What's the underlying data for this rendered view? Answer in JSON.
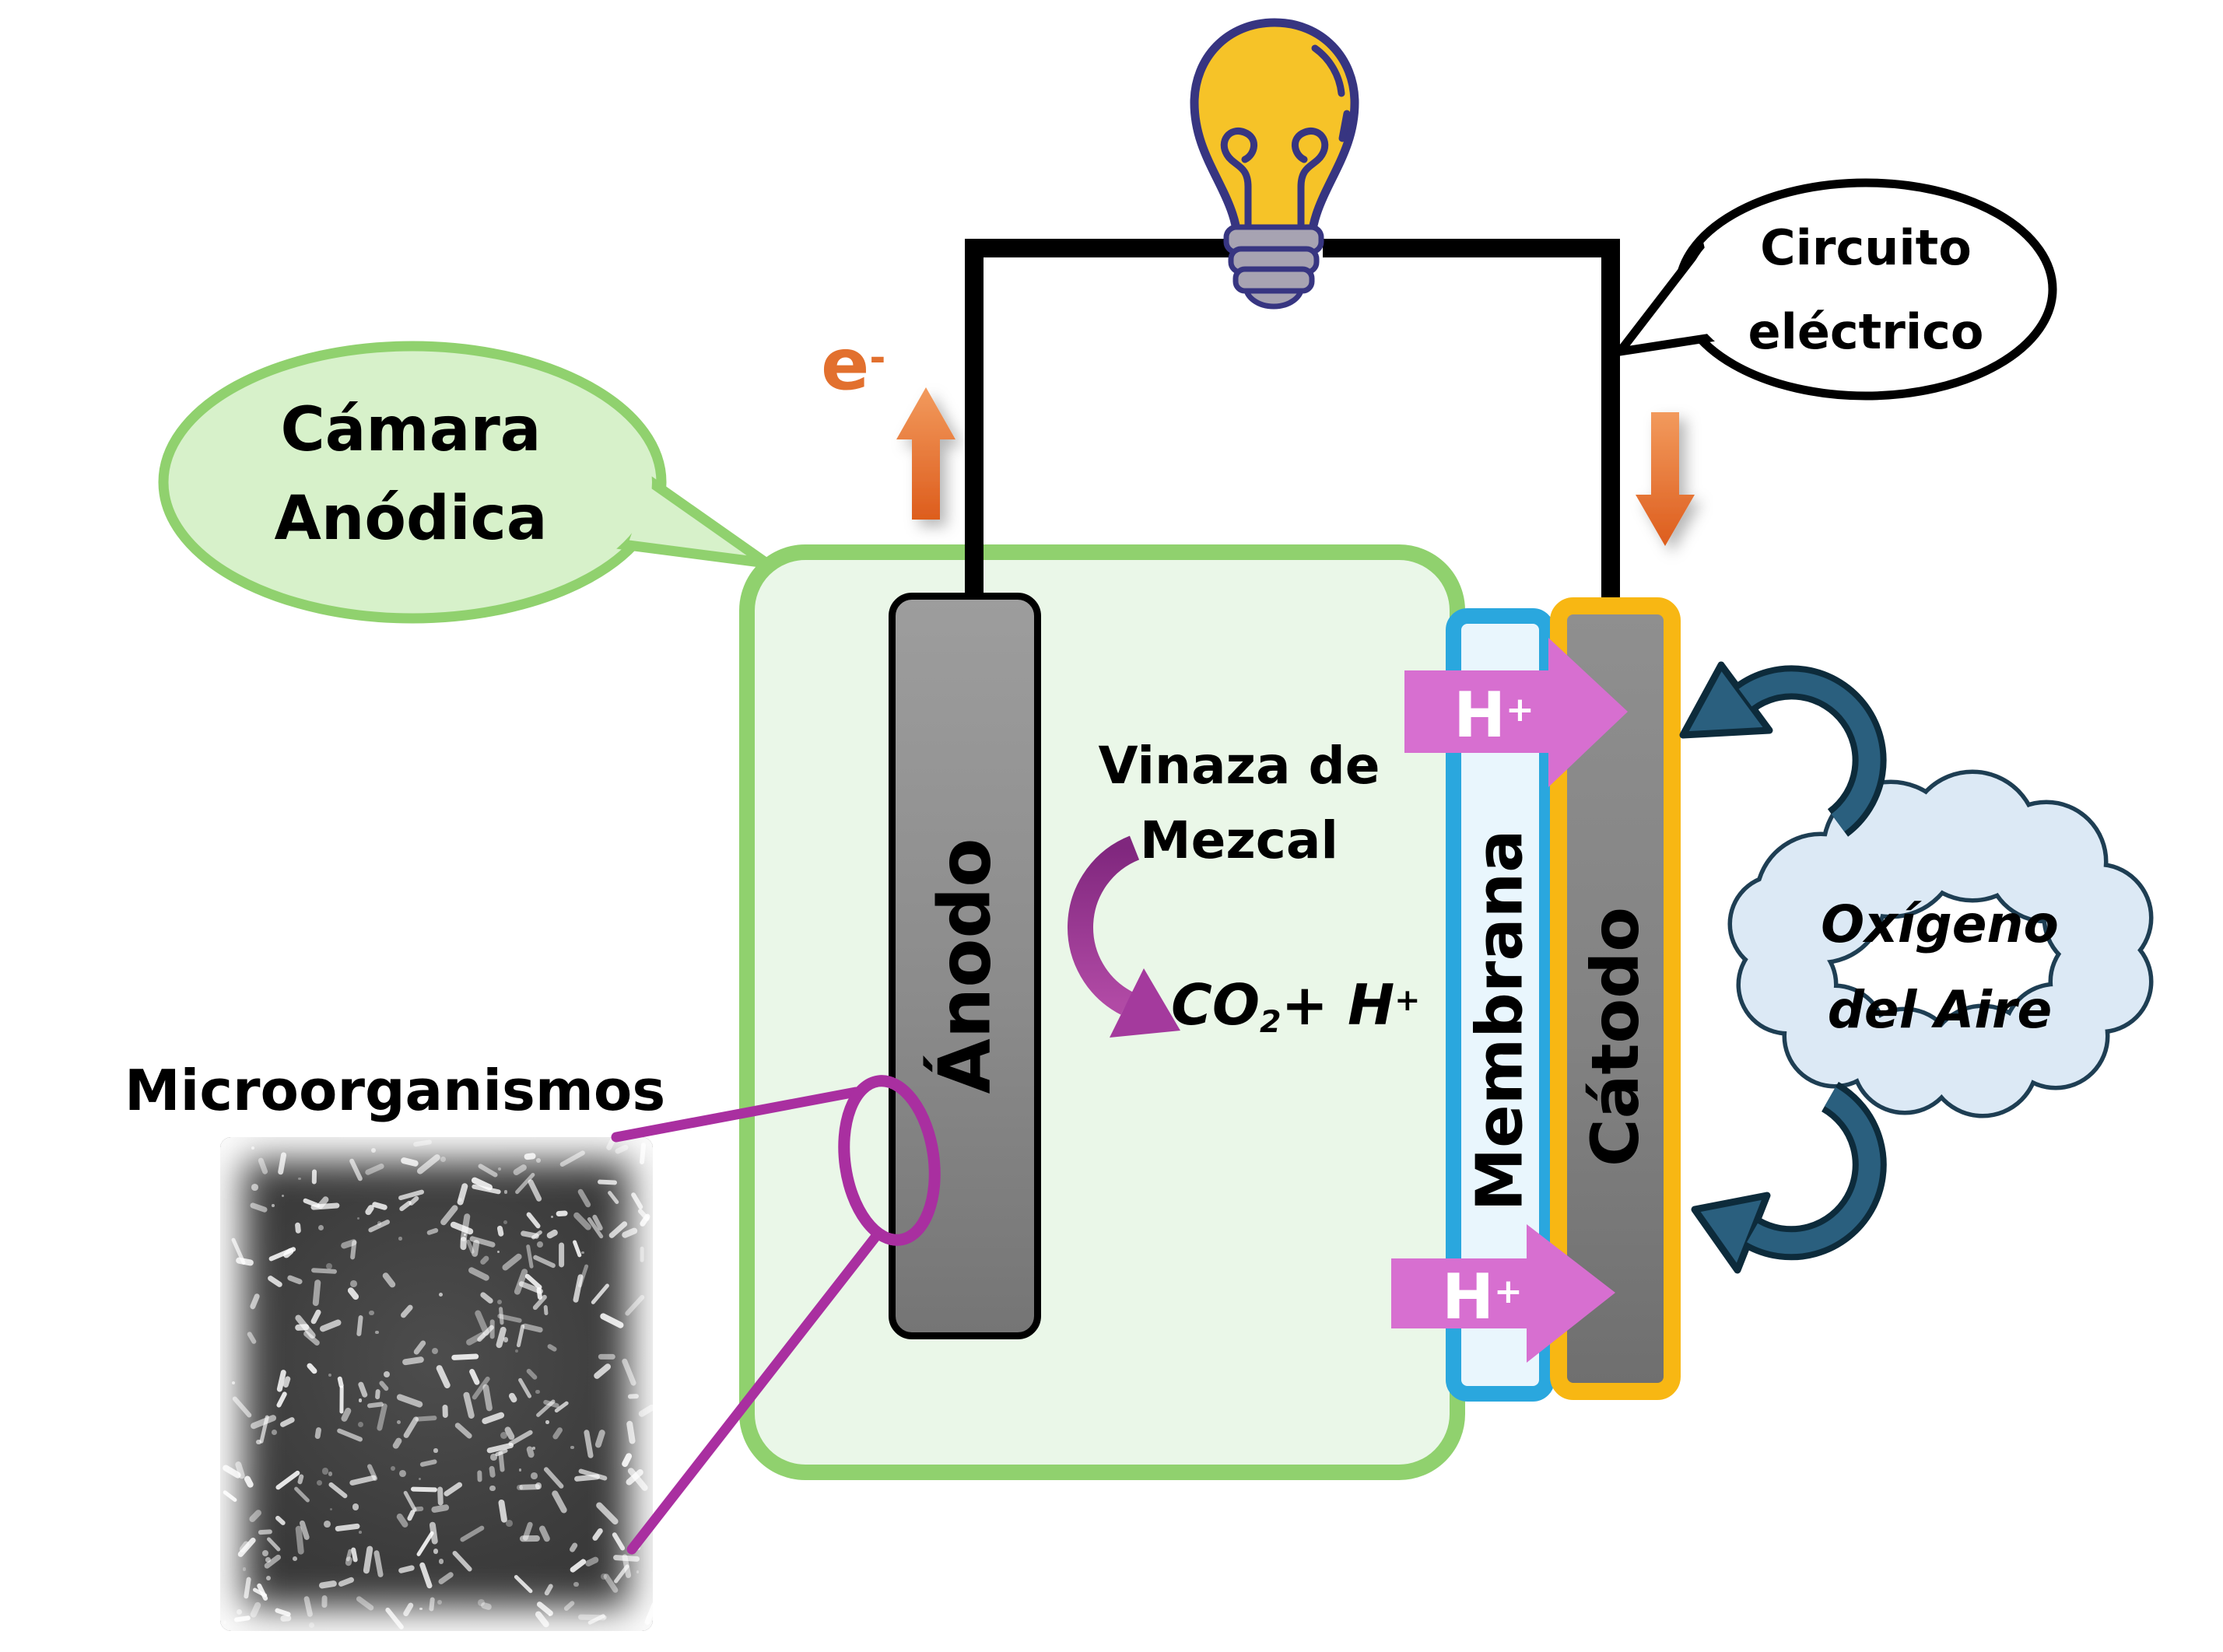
{
  "diagram": {
    "camara_bubble": {
      "line1": "Cámara",
      "line2": "Anódica"
    },
    "circuito_bubble": {
      "line1": "Circuito",
      "line2": "eléctrico"
    },
    "electron": {
      "base": "e",
      "sup": "-"
    },
    "anode_label": "Ánodo",
    "membrane_label": "Membrana",
    "cathode_label": "Cátodo",
    "substrate": {
      "line1": "Vinaza de",
      "line2": "Mezcal"
    },
    "reaction": {
      "co": "CO",
      "co_sub": "2",
      "plus_h": "+ H",
      "h_sup": "+"
    },
    "proton_top": {
      "base": "H",
      "sup": "+"
    },
    "proton_bottom": {
      "base": "H",
      "sup": "+"
    },
    "cloud": {
      "line1": "Oxígeno",
      "line2": "del Aire"
    },
    "micro_label": "Microorganismos"
  },
  "colors": {
    "chamber_fill": "#eaf7e8",
    "chamber_border": "#90d16e",
    "green_bubble_fill": "#d7f1ca",
    "membrane_border": "#2aa7de",
    "membrane_fill": "#e9f6fd",
    "cathode_border": "#f8b713",
    "wire": "#000000",
    "orange": "#e2702e",
    "pink": "#d76fd0",
    "purple_bright": "#a92fa0",
    "teal_fill": "#2a5f7e",
    "teal_outline": "#0d2b3b",
    "cloud_fill": "#dce9f5",
    "cloud_outline": "#1e3e53",
    "bulb_yellow": "#f6c328",
    "bulb_outline": "#373581",
    "bulb_base": "#a7a3b2"
  }
}
